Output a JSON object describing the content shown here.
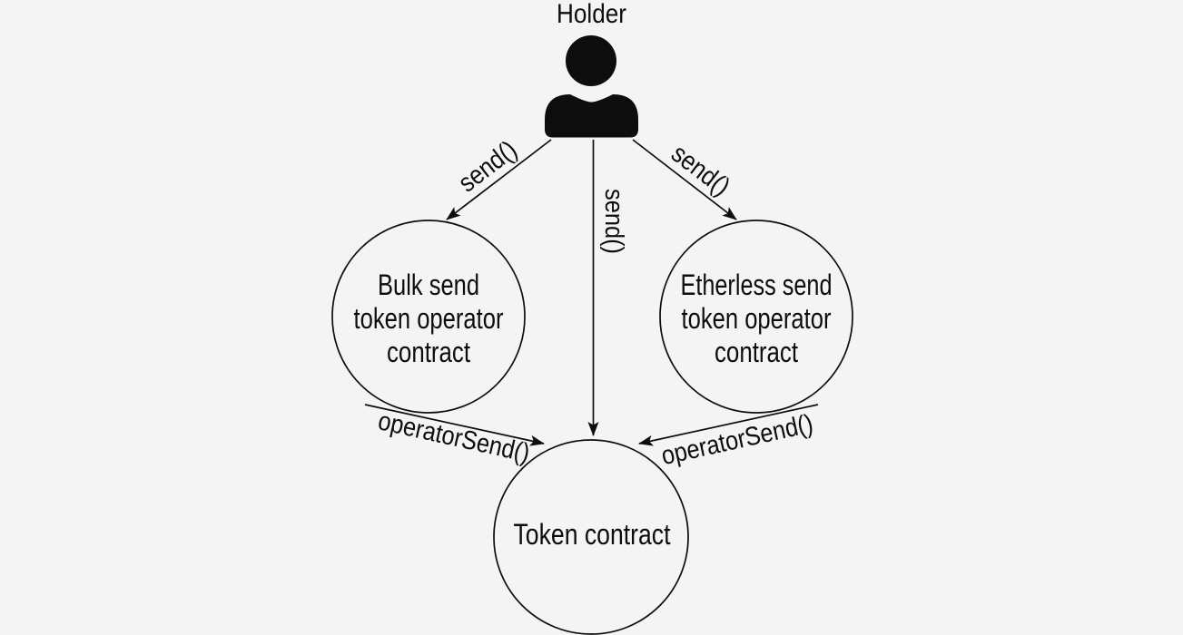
{
  "diagram": {
    "type": "flow-diagram",
    "background_color": "#f4f4f4",
    "line_color": "#0d0d0d",
    "actor": {
      "label": "Holder",
      "icon": "person-icon"
    },
    "nodes": {
      "bulk": {
        "line1": "Bulk send",
        "line2": "token operator",
        "line3": "contract"
      },
      "etherless": {
        "line1": "Etherless send",
        "line2": "token operator",
        "line3": "contract"
      },
      "token": {
        "label": "Token contract"
      }
    },
    "edges": {
      "holder_bulk": {
        "from": "Holder",
        "to": "Bulk send token operator contract",
        "label": "send()"
      },
      "holder_token": {
        "from": "Holder",
        "to": "Token contract",
        "label": "send()"
      },
      "holder_etherless": {
        "from": "Holder",
        "to": "Etherless send token operator contract",
        "label": "send()"
      },
      "bulk_token": {
        "from": "Bulk send token operator contract",
        "to": "Token contract",
        "label": "operatorSend()"
      },
      "etherless_token": {
        "from": "Etherless send token operator contract",
        "to": "Token contract",
        "label": "operatorSend()"
      }
    }
  }
}
